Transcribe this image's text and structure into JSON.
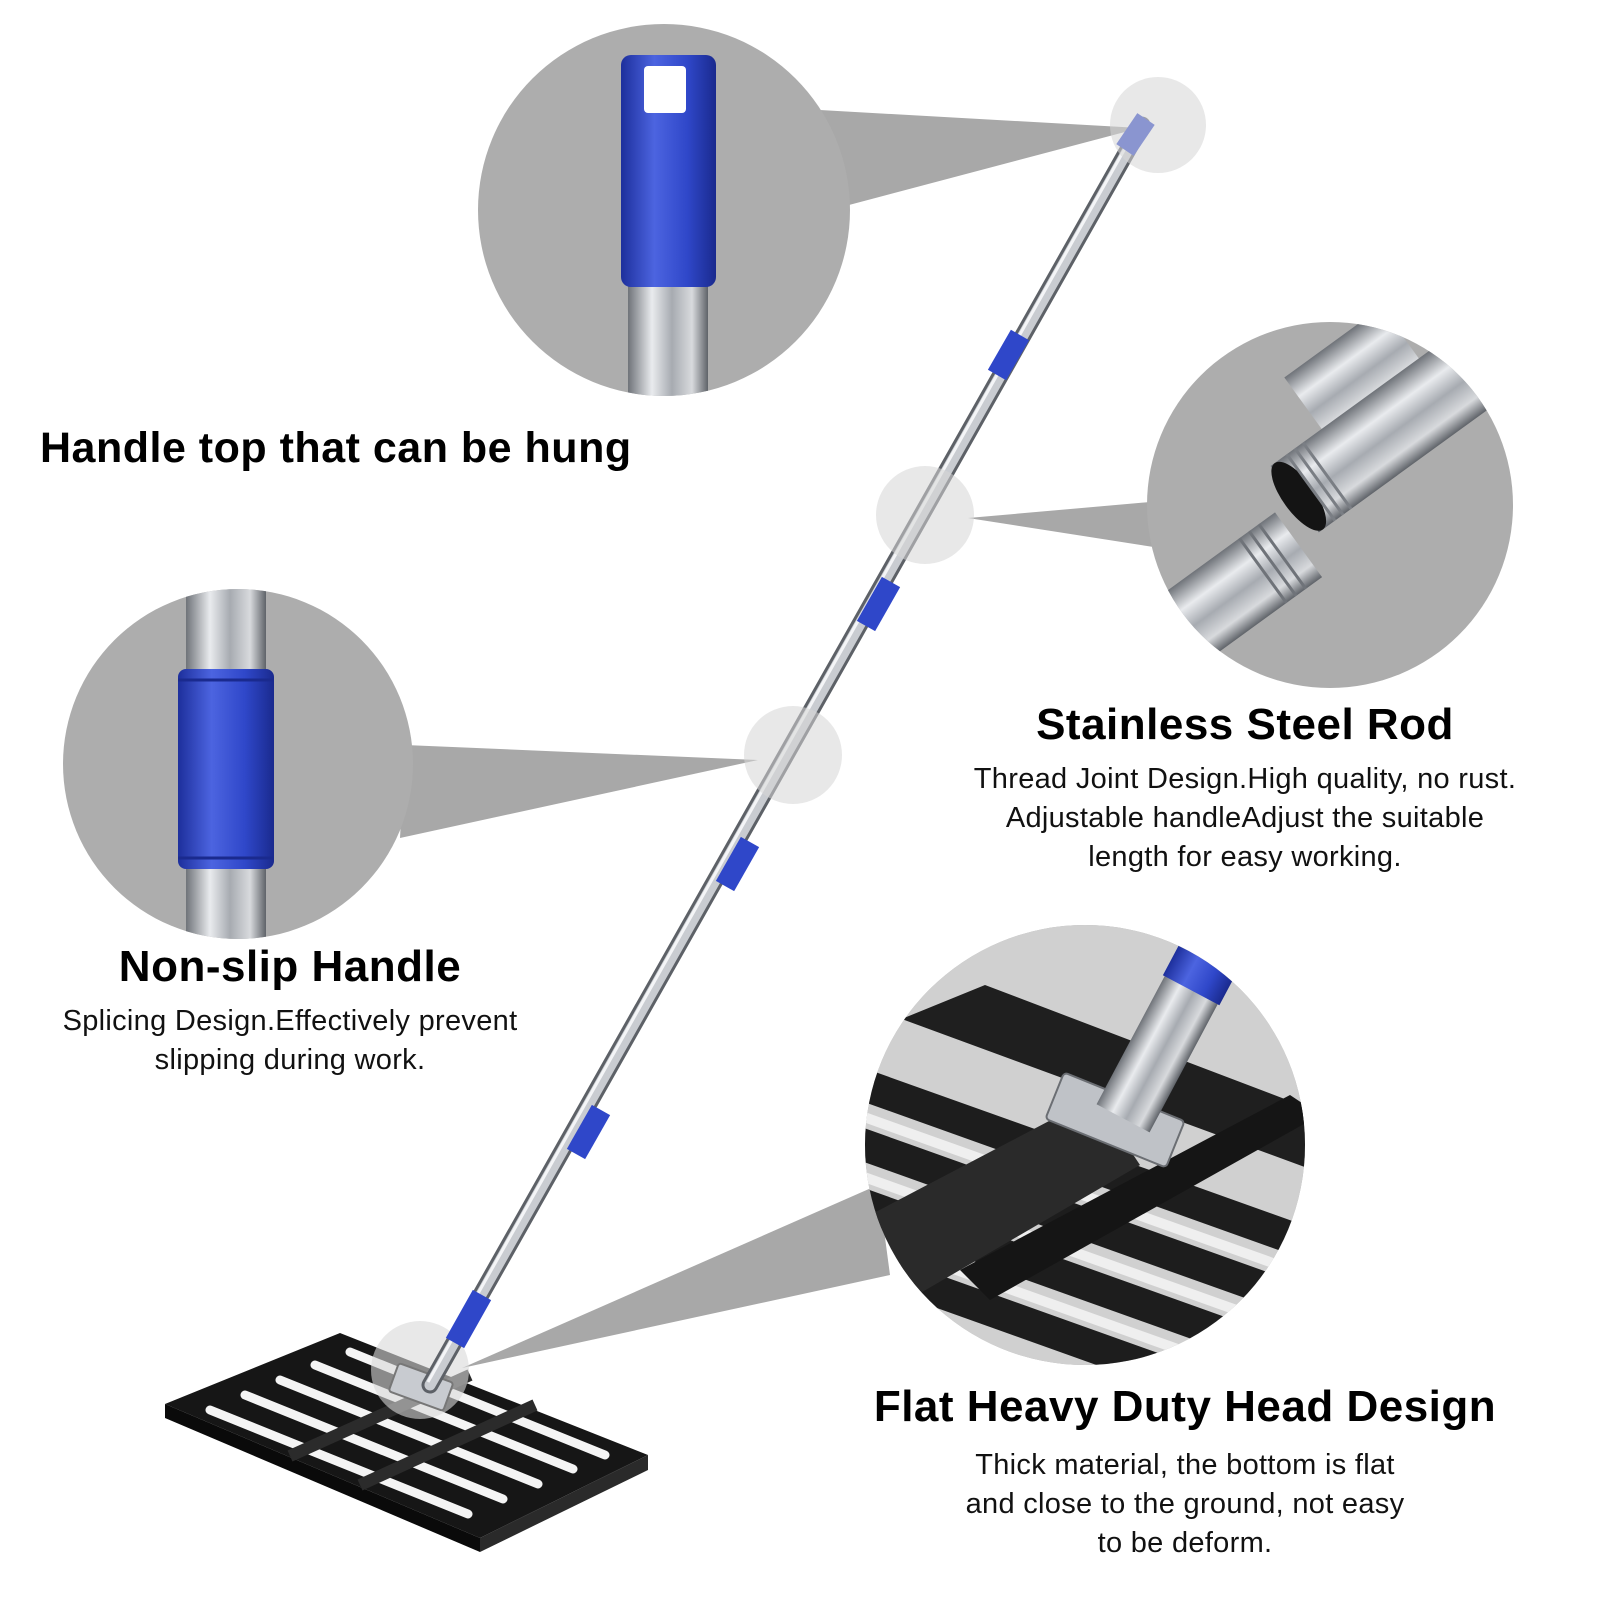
{
  "callouts": {
    "handle_top": {
      "title": "Handle top that can be hung",
      "icon": "hanging-handle-cap-icon"
    },
    "steel_rod": {
      "title": "Stainless Steel Rod",
      "lines": [
        "Thread Joint Design.High quality, no rust.",
        "Adjustable handleAdjust the suitable",
        "length for easy working."
      ],
      "icon": "threaded-joint-icon"
    },
    "non_slip_handle": {
      "title": "Non-slip Handle",
      "lines": [
        "Splicing Design.Effectively prevent",
        "slipping during work."
      ],
      "icon": "grip-sleeve-icon"
    },
    "head_design": {
      "title": "Flat Heavy Duty Head Design",
      "lines": [
        "Thick material, the bottom is flat",
        "and close to the ground, not easy",
        "to be deform."
      ],
      "icon": "flat-head-grid-icon"
    }
  },
  "colors": {
    "accent_blue": "#2f47c9",
    "steel": "#b8bcc2",
    "callout_gray": "#a9a9a9",
    "head_black": "#1c1c1c"
  }
}
